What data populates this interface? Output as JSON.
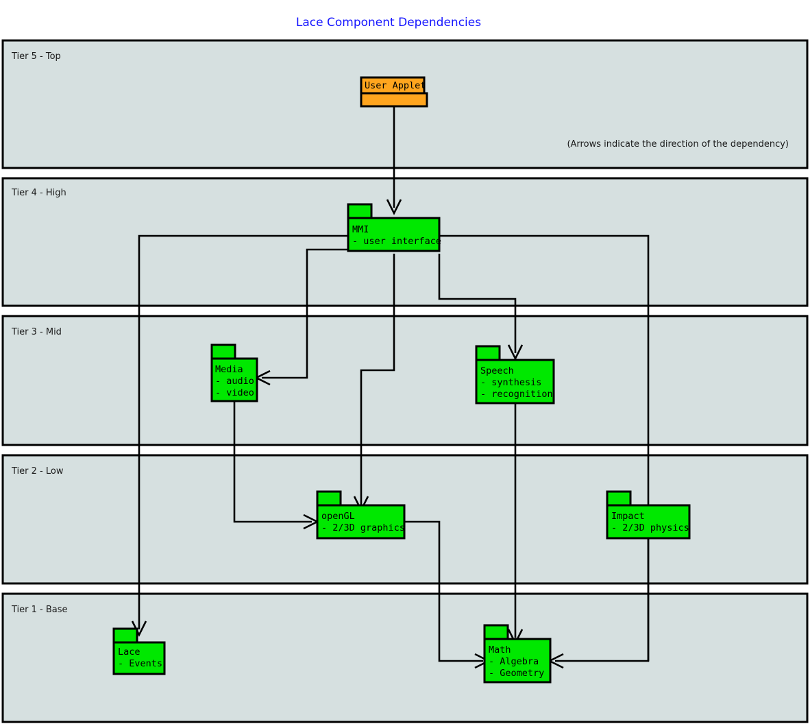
{
  "diagram": {
    "title": "Lace Component Dependencies",
    "note": "(Arrows indicate the direction of the dependency)",
    "colors": {
      "title": "#1414ff",
      "tier_fill": "#d6e0e0",
      "tier_stroke": "#000000",
      "component_green": "#00e800",
      "component_orange": "#ffa51e",
      "edge": "#000000"
    },
    "tiers": [
      {
        "id": "tier5",
        "label": "Tier 5 - Top"
      },
      {
        "id": "tier4",
        "label": "Tier 4 - High"
      },
      {
        "id": "tier3",
        "label": "Tier 3 - Mid"
      },
      {
        "id": "tier2",
        "label": "Tier 2 - Low"
      },
      {
        "id": "tier1",
        "label": "Tier 1 - Base"
      }
    ],
    "components": [
      {
        "id": "user-applet",
        "name": "User Applet",
        "items": [],
        "tier": "tier5",
        "color": "#ffa51e"
      },
      {
        "id": "mmi",
        "name": "MMI",
        "items": [
          "- user interface"
        ],
        "tier": "tier4",
        "color": "#00e800"
      },
      {
        "id": "media",
        "name": "Media",
        "items": [
          "- audio",
          "- video"
        ],
        "tier": "tier3",
        "color": "#00e800"
      },
      {
        "id": "speech",
        "name": "Speech",
        "items": [
          "- synthesis",
          "- recognition"
        ],
        "tier": "tier3",
        "color": "#00e800"
      },
      {
        "id": "opengl",
        "name": "openGL",
        "items": [
          "- 2/3D graphics"
        ],
        "tier": "tier2",
        "color": "#00e800"
      },
      {
        "id": "impact",
        "name": "Impact",
        "items": [
          "- 2/3D physics"
        ],
        "tier": "tier2",
        "color": "#00e800"
      },
      {
        "id": "lace",
        "name": "Lace",
        "items": [
          "- Events"
        ],
        "tier": "tier1",
        "color": "#00e800"
      },
      {
        "id": "math",
        "name": "Math",
        "items": [
          "- Algebra",
          "- Geometry"
        ],
        "tier": "tier1",
        "color": "#00e800"
      }
    ],
    "dependencies": [
      {
        "from": "user-applet",
        "to": "mmi"
      },
      {
        "from": "mmi",
        "to": "lace"
      },
      {
        "from": "mmi",
        "to": "media"
      },
      {
        "from": "mmi",
        "to": "opengl"
      },
      {
        "from": "mmi",
        "to": "speech"
      },
      {
        "from": "mmi",
        "to": "math"
      },
      {
        "from": "media",
        "to": "opengl"
      },
      {
        "from": "speech",
        "to": "math"
      },
      {
        "from": "opengl",
        "to": "math"
      },
      {
        "from": "impact",
        "to": "math"
      }
    ]
  }
}
